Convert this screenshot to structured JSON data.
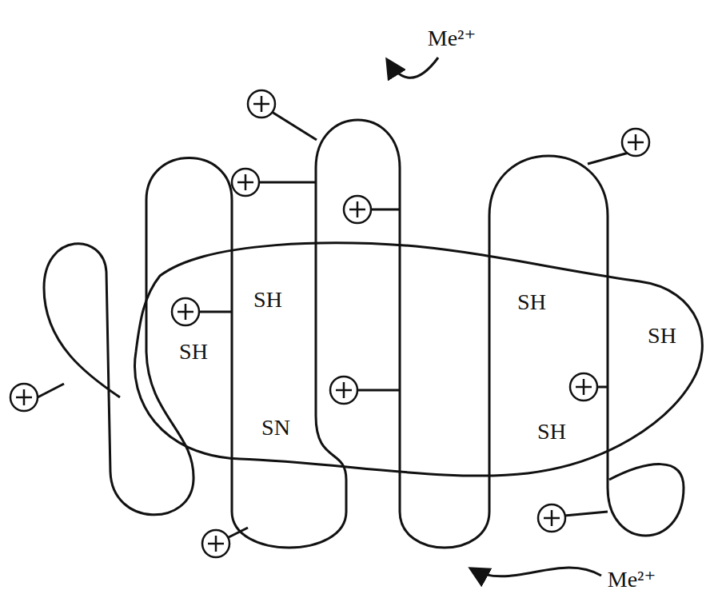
{
  "diagram": {
    "labels": [
      "Me²⁺",
      "SH",
      "SH",
      "SH",
      "SH",
      "SN",
      "SH",
      "Me²⁺"
    ]
  }
}
